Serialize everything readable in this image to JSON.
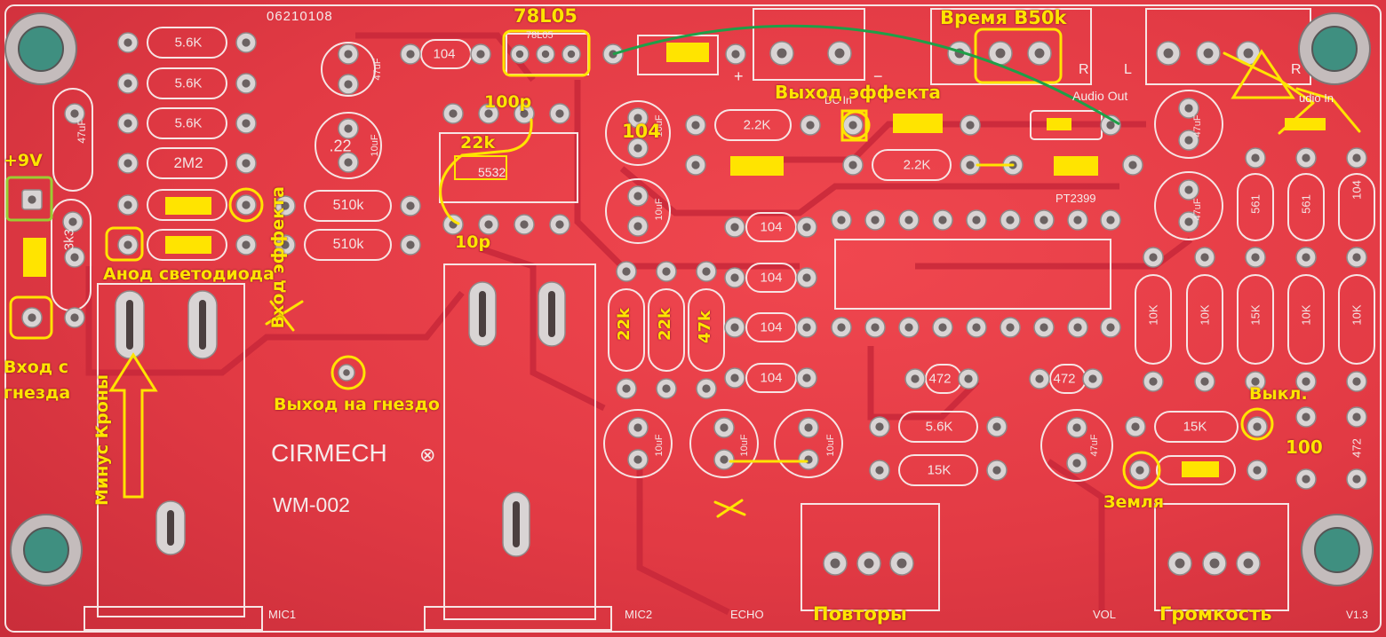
{
  "board": {
    "brand": "CIRMECH",
    "model": "WM-002",
    "serial": "06210108",
    "version": "V1.3",
    "ic_label": "PT2399",
    "opamp_label": "5532",
    "reg_silk": "78L05"
  },
  "silk_labels": {
    "mic1": "MIC1",
    "mic2": "MIC2",
    "echo": "ECHO",
    "vol": "VOL",
    "audio_out": "Audio Out",
    "audio_in": "udio In",
    "r1": "R",
    "l1": "L",
    "r2": "R",
    "plus": "+",
    "minus": "−",
    "dc_in": "DC In"
  },
  "component_values": {
    "r56a": "5.6K",
    "r56b": "5.6K",
    "r56c": "5.6K",
    "r2m2": "2M2",
    "r510a": "510k",
    "r510b": "510k",
    "r3k3": "3k3",
    "c47a": "47uF",
    "c47b": "47uF",
    "c22": ".22",
    "c10a": "10uF",
    "c104a": "104",
    "c104top": "104",
    "r22a": "2.2K",
    "r22b": "2.2K",
    "c104b": "104",
    "c104c": "104",
    "c104d": "104",
    "c104e": "104",
    "r22k1": "22k",
    "r22k2": "22k",
    "r47k": "47k",
    "c10b": "10uF",
    "c10c": "10uF",
    "c10d": "10uF",
    "c10e": "10uF",
    "c10f": "10uF",
    "c472a": "472",
    "c472b": "472",
    "r56d": "5.6K",
    "r15a": "15K",
    "r15b": "15K",
    "c47c": "47uF",
    "c47d": "47uF",
    "c47e": "47uF",
    "r561a": "561",
    "r561b": "561",
    "c104f": "104",
    "r10a": "10K",
    "r10b": "10K",
    "r15c": "15K",
    "r10c": "10K",
    "r10d": "10K",
    "c472c": "472"
  },
  "annotations": {
    "reg": "78L05",
    "time_pot": "Время B50k",
    "fx_out": "Выход эффекта",
    "fx_in": "Вход эффекта",
    "c100p": "100p",
    "r22k": "22k",
    "c10p": "10p",
    "c104": "104",
    "plus9v": "+9V",
    "led_anode": "Анод светодиода",
    "jack_in": "Вход с гнезда",
    "battery_minus": "Минус Кроны",
    "jack_out": "Выход на гнездо",
    "r22k1": "22k",
    "r22k2": "22k",
    "r47k": "47k",
    "off": "Выкл.",
    "ground": "Земля",
    "r100": "100",
    "repeats": "Повторы",
    "volume": "Громкость"
  }
}
